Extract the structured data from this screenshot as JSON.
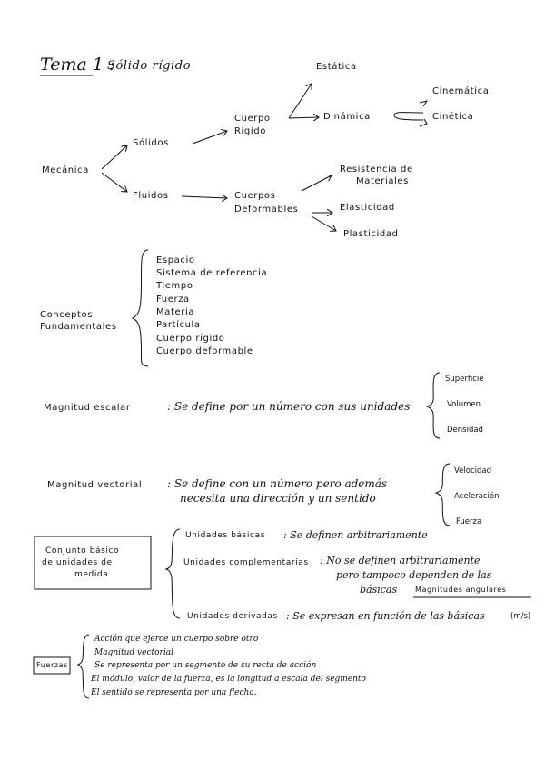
{
  "title": {
    "heading": "Tema 1",
    "colon": ":",
    "subtitle": "Sólido rígido"
  },
  "mecanica_tree": {
    "root": "Mecánica",
    "solidos": "Sólidos",
    "fluidos": "Fluidos",
    "cuerpo_rigido": [
      "Cuerpo",
      "Rígido"
    ],
    "estatica": "Estática",
    "dinamica": "Dinámica",
    "cinematica": "Cinemática",
    "cinetica": "Cinética",
    "cuerpos_deformables": [
      "Cuerpos",
      "Deformables"
    ],
    "resistencia": [
      "Resistencia de",
      "Materiales"
    ],
    "elasticidad": "Elasticidad",
    "plasticidad": "Plasticidad"
  },
  "conceptos": {
    "label": [
      "Conceptos",
      "Fundamentales"
    ],
    "items": [
      "Espacio",
      "Sistema de referencia",
      "Tiempo",
      "Fuerza",
      "Materia",
      "Partícula",
      "Cuerpo rígido",
      "Cuerpo deformable"
    ]
  },
  "escalar": {
    "label": "Magnitud escalar",
    "definition": ": Se define por un número con sus unidades",
    "examples": [
      "Superficie",
      "Volumen",
      "Densidad"
    ]
  },
  "vectorial": {
    "label": "Magnitud vectorial",
    "definition": [
      ": Se define con un número pero además",
      "necesita una dirección y un sentido"
    ],
    "examples": [
      "Velocidad",
      "Aceleración",
      "Fuerza"
    ]
  },
  "unidades": {
    "box": [
      "Conjunto básico",
      "de unidades de",
      "medida"
    ],
    "basicas_label": "Unidades básicas",
    "basicas_text": ": Se definen arbitrariamente",
    "complementarias_label": "Unidades complementarias",
    "complementarias_text": [
      ": No se definen arbitrariamente",
      "pero tampoco dependen de las",
      "básicas"
    ],
    "magnitudes_angulares": "Magnitudes angulares",
    "derivadas_label": "Unidades derivadas",
    "derivadas_text": ": Se expresan en función de las básicas",
    "derivadas_example": "(m/s)"
  },
  "fuerzas": {
    "label": "Fuerzas",
    "lines": [
      "Acción que ejerce un cuerpo sobre otro",
      "Magnitud vectorial",
      "Se representa por un segmento de su recta de acción",
      "El módulo, valor de la fuerza, es la longitud a escala del segmento",
      "El sentido se representa por una flecha."
    ]
  }
}
